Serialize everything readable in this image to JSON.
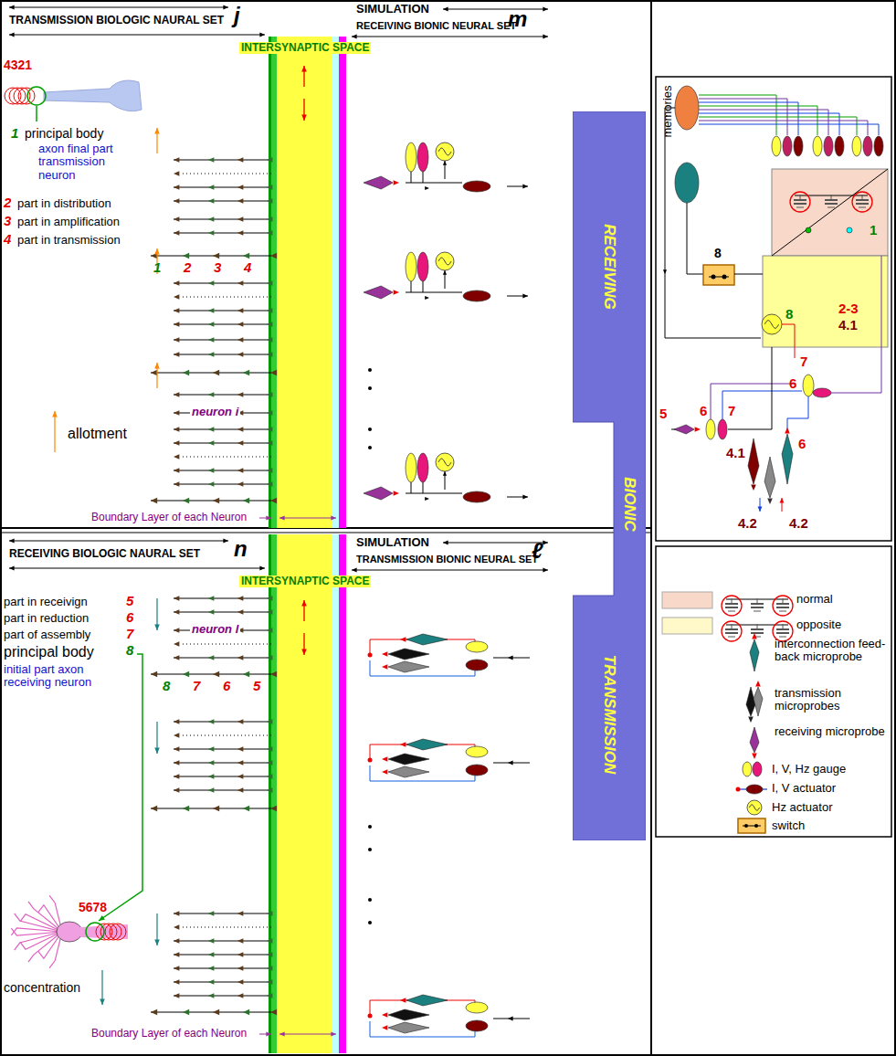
{
  "diagram": {
    "nodes": [
      {
        "text": [
          "RECEIVING",
          "BIONIC",
          "TRANSMISSION"
        ]
      }
    ],
    "labels": [
      "TRANSMISSION BIOLOGIC NAURAL SET",
      "j",
      "SIMULATION",
      "RECEIVING BIONIC NEURAL SET",
      "m",
      "INTERSYNAPTIC SPACE",
      "4321",
      "1",
      "principal body",
      "axon final part transmission neuron",
      "1",
      "2",
      "3",
      "4",
      "2",
      "part in distribution",
      "3",
      "part in amplification",
      "4",
      "part in transmission",
      "allotment",
      "neuron i",
      "Boundary Layer of each Neuron",
      "RECEIVING BIOLOGIC NAURAL SET",
      "n",
      "SIMULATION",
      "TRANSMISSION BIONIC NEURAL SET",
      "ℓ",
      "INTERSYNAPTIC SPACE",
      "part in receivign",
      "5",
      "part in reduction",
      "6",
      "part of assembly",
      "7",
      "principal body",
      "8",
      "initial part axon receiving neuron",
      "neuron l",
      "8",
      "7",
      "6",
      "5",
      "5678",
      "concentration",
      "Boundary Layer of each Neuron",
      "memories",
      "8",
      "8",
      "2-3",
      "4.1",
      "1",
      "7",
      "6",
      "5",
      "6",
      "7",
      "6",
      "4.1",
      "4.2",
      "4.2"
    ],
    "legend": [
      {
        "text": "normal",
        "color": "#f8d8c8"
      },
      {
        "text": "opposite",
        "color": "#fff8c8"
      },
      {
        "text": "interconnection feed-back microprobe"
      },
      {
        "text": "transmission microprobes"
      },
      {
        "text": "receiving microprobe"
      },
      {
        "text": "I, V, Hz gauge"
      },
      {
        "text": "I, V actuator"
      },
      {
        "text": "Hz actuator"
      },
      {
        "text": "switch"
      }
    ]
  }
}
